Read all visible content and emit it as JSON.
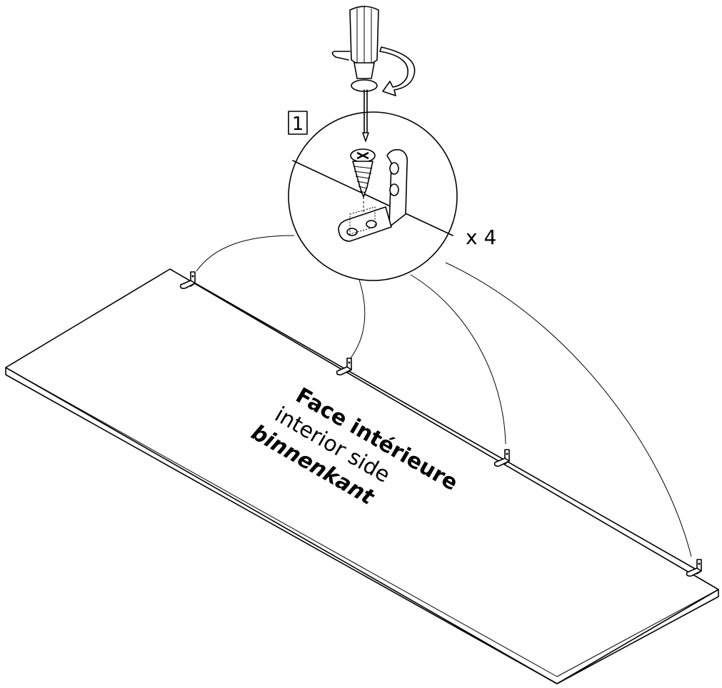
{
  "step_number": "1",
  "quantity_label": "x 4",
  "labels": {
    "french": "Face intérieure",
    "english": "interior side",
    "dutch": "binnenkant"
  },
  "bracket_count": 4,
  "colors": {
    "line": "#000000",
    "background": "#ffffff"
  },
  "icons": [
    "screwdriver-icon",
    "rotate-arrow-icon",
    "screw-icon",
    "corner-bracket-icon"
  ]
}
